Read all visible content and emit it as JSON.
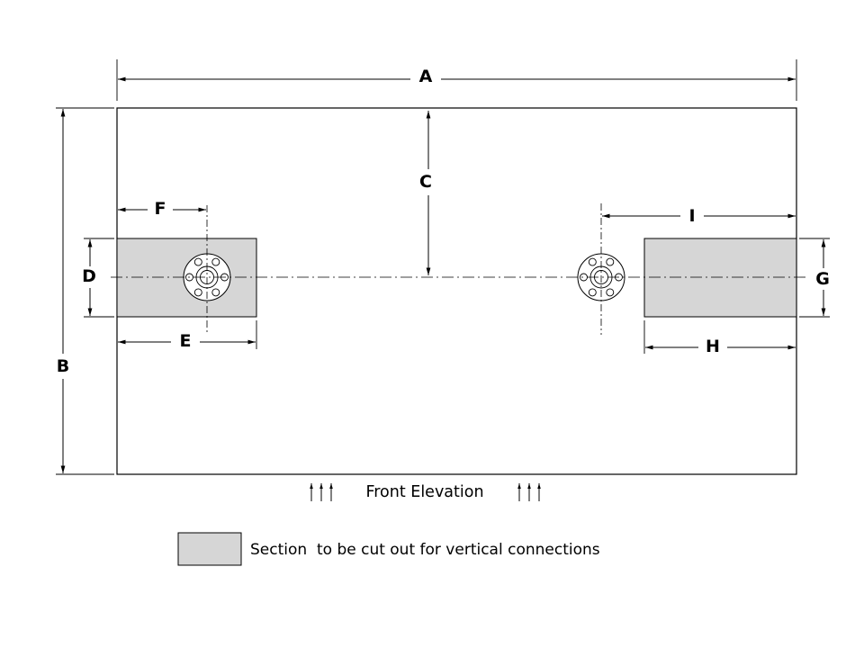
{
  "dimensions": {
    "A": "A",
    "B": "B",
    "C": "C",
    "D": "D",
    "E": "E",
    "F": "F",
    "G": "G",
    "H": "H",
    "I": "I"
  },
  "caption": "Front Elevation",
  "legend": {
    "text": "Section  to be cut out for vertical connections"
  },
  "colors": {
    "cutout_fill": "#d6d6d6",
    "line": "#000000",
    "background": "#ffffff"
  }
}
